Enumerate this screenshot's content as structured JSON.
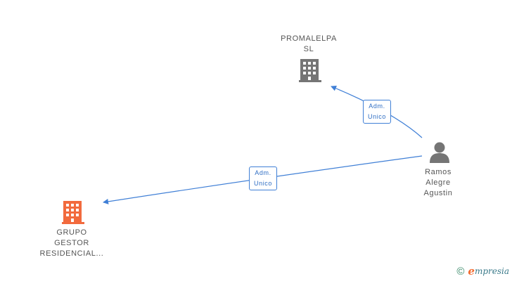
{
  "nodes": {
    "company_top": {
      "lines": [
        "PROMALELPA",
        "SL"
      ],
      "color": "#757575"
    },
    "company_bottom": {
      "lines": [
        "GRUPO",
        "GESTOR",
        "RESIDENCIAL..."
      ],
      "color": "#f26a3d"
    },
    "person": {
      "lines": [
        "Ramos",
        "Alegre",
        "Agustin"
      ],
      "color": "#757575"
    }
  },
  "edges": [
    {
      "from": "person",
      "to": "company_top",
      "lines": [
        "Adm.",
        "Unico"
      ]
    },
    {
      "from": "person",
      "to": "company_bottom",
      "lines": [
        "Adm.",
        "Unico"
      ]
    }
  ],
  "colors": {
    "edge": "#3f7fd6"
  },
  "brand": {
    "copyright": "©",
    "initial": "e",
    "rest": "mpresia"
  }
}
